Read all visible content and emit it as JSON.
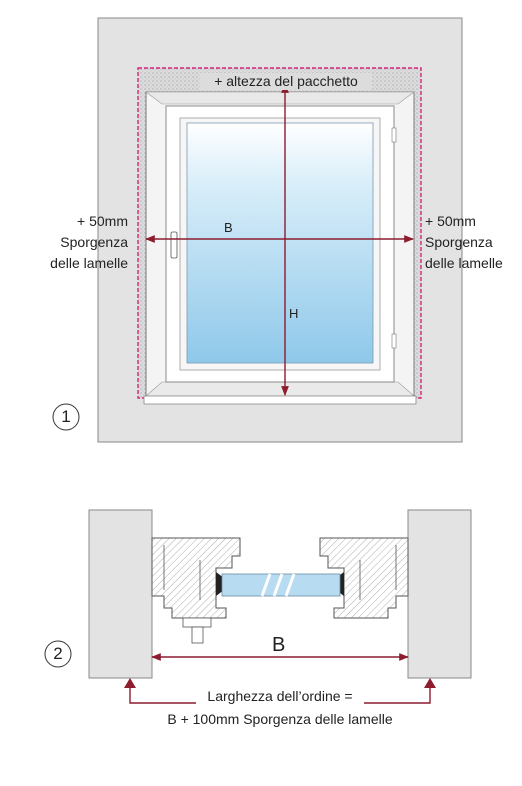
{
  "figure1": {
    "number": "1",
    "top_label": "+ altezza del pacchetto",
    "left_label": [
      "+ 50mm",
      "Sporgenza",
      "delle lamelle"
    ],
    "right_label": [
      "+ 50mm",
      "Sporgenza",
      "delle lamelle"
    ],
    "width_label": "B",
    "height_label": "H"
  },
  "figure2": {
    "number": "2",
    "width_label": "B",
    "caption_line1": "Larghezza dell’ordine =",
    "caption_line2": "B + 100mm Sporgenza delle lamelle"
  },
  "colors": {
    "wall": "#e3e3e4",
    "wall_border": "#8a8a8a",
    "dimension": "#8c1c2e",
    "dashed_outline": "#d4257a",
    "glass_top": "#ffffff",
    "glass_bottom": "#9fd0ee"
  }
}
